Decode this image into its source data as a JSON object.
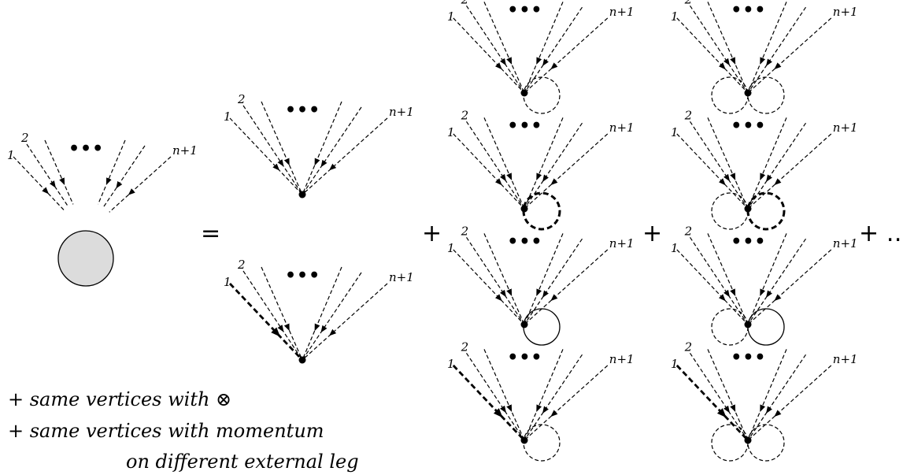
{
  "leg_labels": {
    "first": "1",
    "second": "2",
    "ellipsis": "•••",
    "last": "n+1"
  },
  "operators": {
    "equals": "=",
    "plus": "+",
    "plus_ellipsis": "+ …"
  },
  "notes": {
    "line1": "+   same vertices with ⊗",
    "line2": "+  same vertices with momentum",
    "line3": "on different external leg"
  },
  "blob": {
    "fill": "#dcdcdc"
  }
}
